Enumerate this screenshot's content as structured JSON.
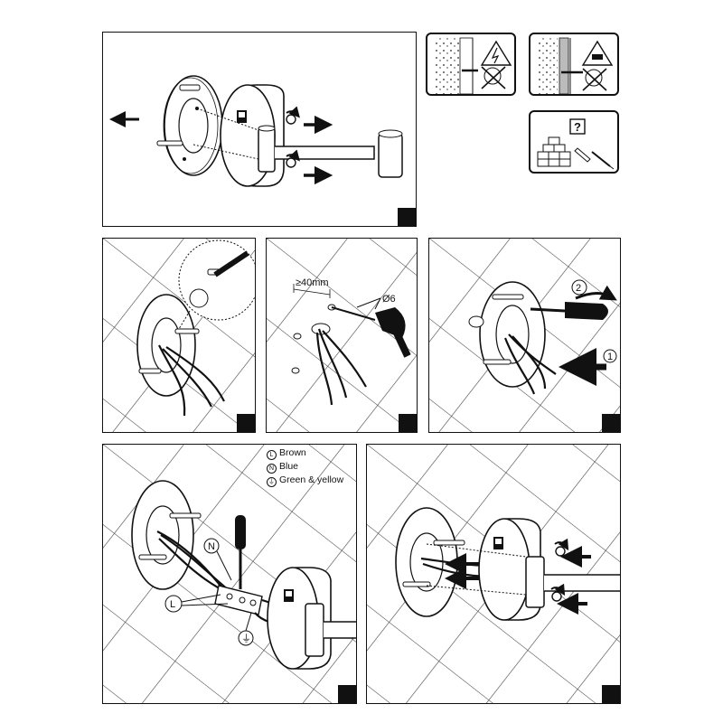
{
  "dimensions": {
    "depth_label": "≥40mm",
    "drill_label": "Ø6"
  },
  "steps": {
    "step1": "1",
    "step2": "2"
  },
  "wires": {
    "legend": [
      {
        "symbol": "L",
        "name": "Brown"
      },
      {
        "symbol": "N",
        "name": "Blue"
      },
      {
        "symbol": "⏚",
        "name": "Green & yellow"
      }
    ],
    "callout_n": "N",
    "callout_l": "L",
    "callout_ground": "⏚"
  },
  "icons": {
    "warning_1": "electric-shock-warning-icon",
    "warning_2": "hidden-pipe-warning-icon",
    "fixing_question": "question-mark-icon"
  },
  "colors": {
    "line": "#111111",
    "fill": "#ffffff",
    "tile": "#333333"
  }
}
